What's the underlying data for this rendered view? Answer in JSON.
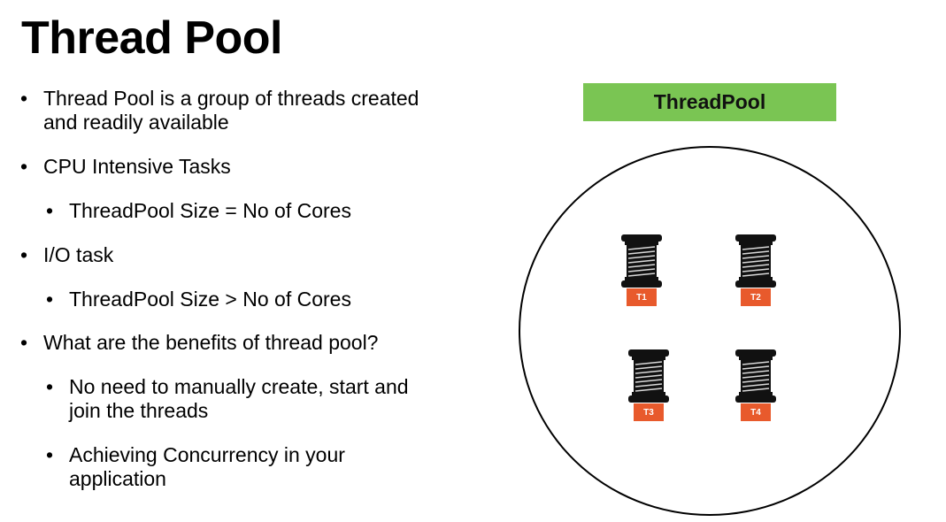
{
  "slide": {
    "title": "Thread Pool",
    "bullets": [
      {
        "level": 1,
        "lines": [
          "Thread Pool is a group of threads created",
          "and readily available"
        ]
      },
      {
        "level": 1,
        "lines": [
          "CPU Intensive Tasks"
        ]
      },
      {
        "level": 2,
        "lines": [
          "ThreadPool Size = No of Cores"
        ]
      },
      {
        "level": 1,
        "lines": [
          "I/O task"
        ]
      },
      {
        "level": 2,
        "lines": [
          "ThreadPool Size > No of Cores"
        ]
      },
      {
        "level": 1,
        "lines": [
          "What are the benefits of thread pool?"
        ]
      },
      {
        "level": 2,
        "lines": [
          "No need to manually create, start and",
          "join the threads"
        ]
      },
      {
        "level": 2,
        "lines": [
          "Achieving Concurrency in your",
          "application"
        ]
      }
    ],
    "bullet_char": "•"
  },
  "diagram": {
    "pool_label": "ThreadPool",
    "threads": [
      "T1",
      "T2",
      "T3",
      "T4"
    ],
    "colors": {
      "pool_label_bg": "#7ac553",
      "thread_tag_bg": "#e85a2c",
      "spool": "#111111"
    }
  }
}
